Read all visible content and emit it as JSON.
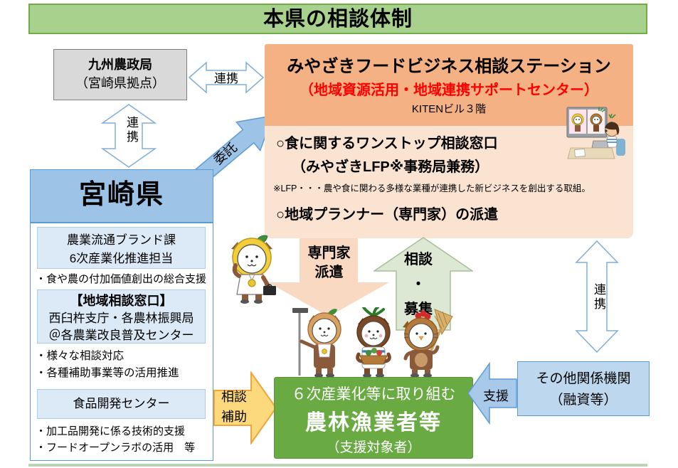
{
  "title": "本県の相談体制",
  "kyushu": {
    "name": "九州農政局",
    "subname": "（宮崎県拠点）"
  },
  "station": {
    "title": "みやざきフードビジネス相談ステーション",
    "subtitle": "（地域資源活用・地域連携サポートセンター）",
    "floor": "KITENビル３階",
    "item1_line1": "○食に関するワンストップ相談窓口",
    "item1_line2": "（みやざきLFP※事務局兼務）",
    "note": "※LFP・・・農や食に関わる多様な業種が連携した新ビジネスを創出する取組。",
    "item2": "○地域プランナー（専門家）の派遣"
  },
  "miyazaki": {
    "title": "宮崎県",
    "dept1_line1": "農業流通ブランド課",
    "dept1_line2": "6次産業化推進担当",
    "dept1_bullet": "・食や農の付加価値創出の総合支援",
    "dept2_title": "【地域相談窓口】",
    "dept2_line2": "西臼杵支庁・各農林振興局",
    "dept2_line3": "＠各農業改良普及センター",
    "dept2_bullet1": "・様々な相談対応",
    "dept2_bullet2": "・各種補助事業等の活用推進",
    "dept3_title": "食品開発センター",
    "dept3_bullet1": "・加工品開発に係る技術的支援",
    "dept3_bullet2": "・フードオープンラボの活用　等"
  },
  "target": {
    "line1": "６次産業化等に取り組む",
    "line2": "農林漁業者等",
    "line3": "（支援対象者）"
  },
  "other_org": {
    "line1": "その他関係機関",
    "line2": "（融資等）"
  },
  "arrows": {
    "renkei_top": "連携",
    "renkei_left": "連携",
    "itaku": "委託",
    "dispatch_line1": "専門家",
    "dispatch_line2": "派遣",
    "consult_line1": "相談",
    "consult_dot": "・",
    "consult_line2": "募集",
    "sodan_hojo_line1": "相談",
    "sodan_hojo_line2": "補助",
    "shien": "支援",
    "renkei_right": "連携"
  },
  "colors": {
    "title_bg": "#a9d18e",
    "title_border": "#70ad47",
    "station_header_bg": "#f4b183",
    "station_body_bg": "#fbe3d2",
    "station_subtitle_color": "#ff0000",
    "gray_box_bg": "#d9d9d9",
    "miyazaki_header_bg": "#9dc3e6",
    "sub_box_bg": "#dce9f6",
    "blue_border": "#5b9bd5",
    "target_bg": "#6aaa43",
    "dispatch_arrow": "#f9d9c1",
    "consult_arrow": "#dce8d3",
    "sodan_hojo_arrow": "#fcd97d",
    "shien_arrow": "#a9c9ea",
    "other_org_bg": "#bdd7ee"
  }
}
